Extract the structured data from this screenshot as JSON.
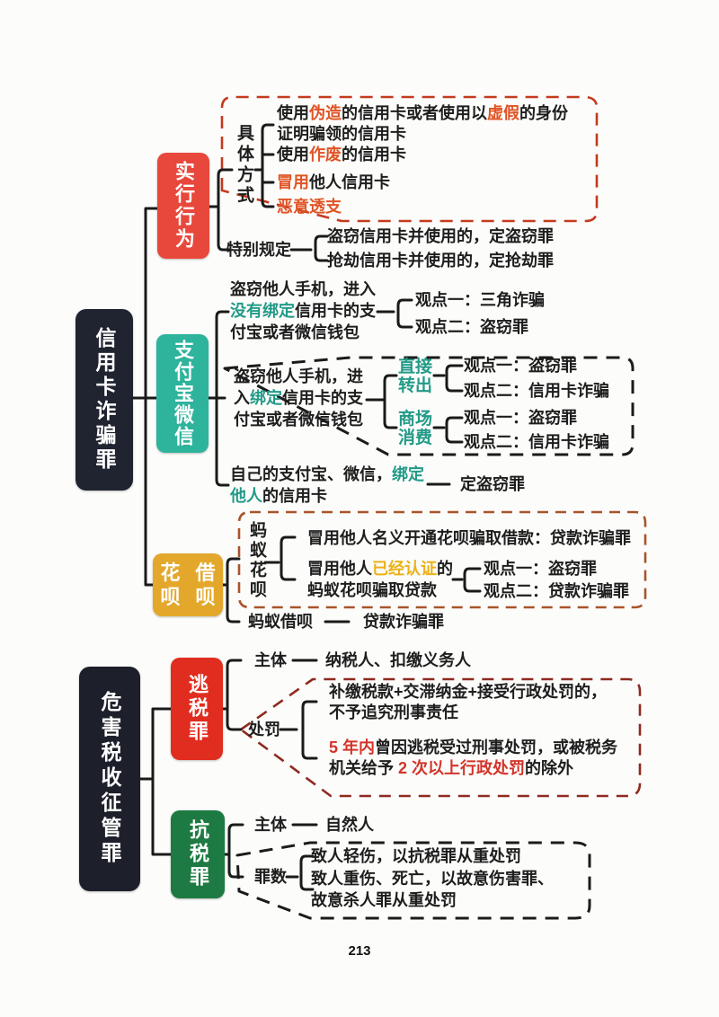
{
  "palette": {
    "node_black": "#202330",
    "node_red": "#e8483b",
    "node_bright_red": "#e12d1f",
    "node_teal": "#2eb39c",
    "node_gold": "#e3a82b",
    "node_green": "#1d7a42",
    "highlight_orange": "#e05426",
    "highlight_teal": "#239a88",
    "highlight_gold": "#eab118",
    "highlight_red": "#d2342a",
    "dashed_box_red": "#c43a1e",
    "dashed_box_black": "#1b1b1b",
    "dashed_box_brown": "#a8542a",
    "dashed_box_darkred": "#8e2a20"
  },
  "t1": {
    "root": "信用卡诈骗罪",
    "conduct": {
      "label": "实行行为",
      "methods_label": "具体方式",
      "m1": [
        {
          "t": "使用"
        },
        {
          "t": "伪造",
          "c": "orange"
        },
        {
          "t": "的信用卡或者使用以"
        },
        {
          "t": "虚假",
          "c": "orange"
        },
        {
          "t": "的身份"
        },
        {
          "b": true
        },
        {
          "t": "证明骗领的信用卡"
        }
      ],
      "m2": [
        {
          "t": "使用"
        },
        {
          "t": "作废",
          "c": "orange"
        },
        {
          "t": "的信用卡"
        }
      ],
      "m3": [
        {
          "t": "冒用",
          "c": "orange"
        },
        {
          "t": "他人信用卡"
        }
      ],
      "m4": [
        {
          "t": "恶意透支",
          "c": "orange"
        }
      ],
      "special_label": "特别规定",
      "s1": "盗窃信用卡并使用的，定盗窃罪",
      "s2": "抢劫信用卡并使用的，定抢劫罪"
    },
    "alipay": {
      "label": "支付宝微信",
      "unbound": [
        {
          "t": "盗窃他人手机，进入"
        },
        {
          "b": true
        },
        {
          "t": "没有绑定",
          "c": "teal"
        },
        {
          "t": "信用卡的支"
        },
        {
          "b": true
        },
        {
          "t": "付宝或者微信钱包"
        }
      ],
      "ub_v1": "观点一：三角诈骗",
      "ub_v2": "观点二：盗窃罪",
      "bound": [
        {
          "t": "盗窃他人手机，进"
        },
        {
          "b": true
        },
        {
          "t": "入"
        },
        {
          "t": "绑定",
          "c": "teal"
        },
        {
          "t": "信用卡的支"
        },
        {
          "b": true
        },
        {
          "t": "付宝或者微信钱包"
        }
      ],
      "transfer": [
        {
          "t": "直接"
        },
        {
          "b": true
        },
        {
          "t": "转出"
        }
      ],
      "tr_v1": "观点一：盗窃罪",
      "tr_v2": "观点二：信用卡诈骗",
      "shopping": [
        {
          "t": "商场"
        },
        {
          "b": true
        },
        {
          "t": "消费"
        }
      ],
      "sh_v1": "观点一：盗窃罪",
      "sh_v2": "观点二：信用卡诈骗",
      "own": [
        {
          "t": "自己的支付宝、微信，"
        },
        {
          "t": "绑定",
          "c": "teal"
        },
        {
          "b": true
        },
        {
          "t": "他人",
          "c": "teal"
        },
        {
          "t": "的信用卡"
        }
      ],
      "own_verdict": "定盗窃罪"
    },
    "huabei": {
      "label": [
        {
          "t": "花呗"
        },
        {
          "b": true
        },
        {
          "t": "借呗"
        }
      ],
      "ant_label": "蚂蚁花呗",
      "h1": "冒用他人名义开通花呗骗取借款：贷款诈骗罪",
      "h2": [
        {
          "t": "冒用他人"
        },
        {
          "t": "已经认证",
          "c": "gold"
        },
        {
          "t": "的"
        },
        {
          "b": true
        },
        {
          "t": "蚂蚁花呗骗取贷款"
        }
      ],
      "h2_v1": "观点一：盗窃罪",
      "h2_v2": "观点二：贷款诈骗罪",
      "jiebei": "蚂蚁借呗",
      "jiebei_verdict": "贷款诈骗罪"
    }
  },
  "t2": {
    "root": "危害税收征管罪",
    "evasion": {
      "label": "逃税罪",
      "subject_label": "主体",
      "subject": "纳税人、扣缴义务人",
      "punish_label": "处罚",
      "r1": [
        {
          "t": "补缴税款+交滞纳金+接受行政处罚的，"
        },
        {
          "b": true
        },
        {
          "t": "不予追究刑事责任"
        }
      ],
      "r2": [
        {
          "t": "5 年内",
          "c": "red"
        },
        {
          "t": "曾因逃税受过刑事处罚，或被税务"
        },
        {
          "b": true
        },
        {
          "t": "机关给予 "
        },
        {
          "t": "2 次以上行政处罚",
          "c": "red"
        },
        {
          "t": "的除外"
        }
      ]
    },
    "resist": {
      "label": "抗税罪",
      "subject_label": "主体",
      "subject": "自然人",
      "counts_label": "罪数",
      "c1": "致人轻伤，以抗税罪从重处罚",
      "c2": [
        {
          "t": "致人重伤、死亡，以故意伤害罪、"
        },
        {
          "b": true
        },
        {
          "t": "故意杀人罪从重处罚"
        }
      ]
    }
  },
  "page_number": "213"
}
